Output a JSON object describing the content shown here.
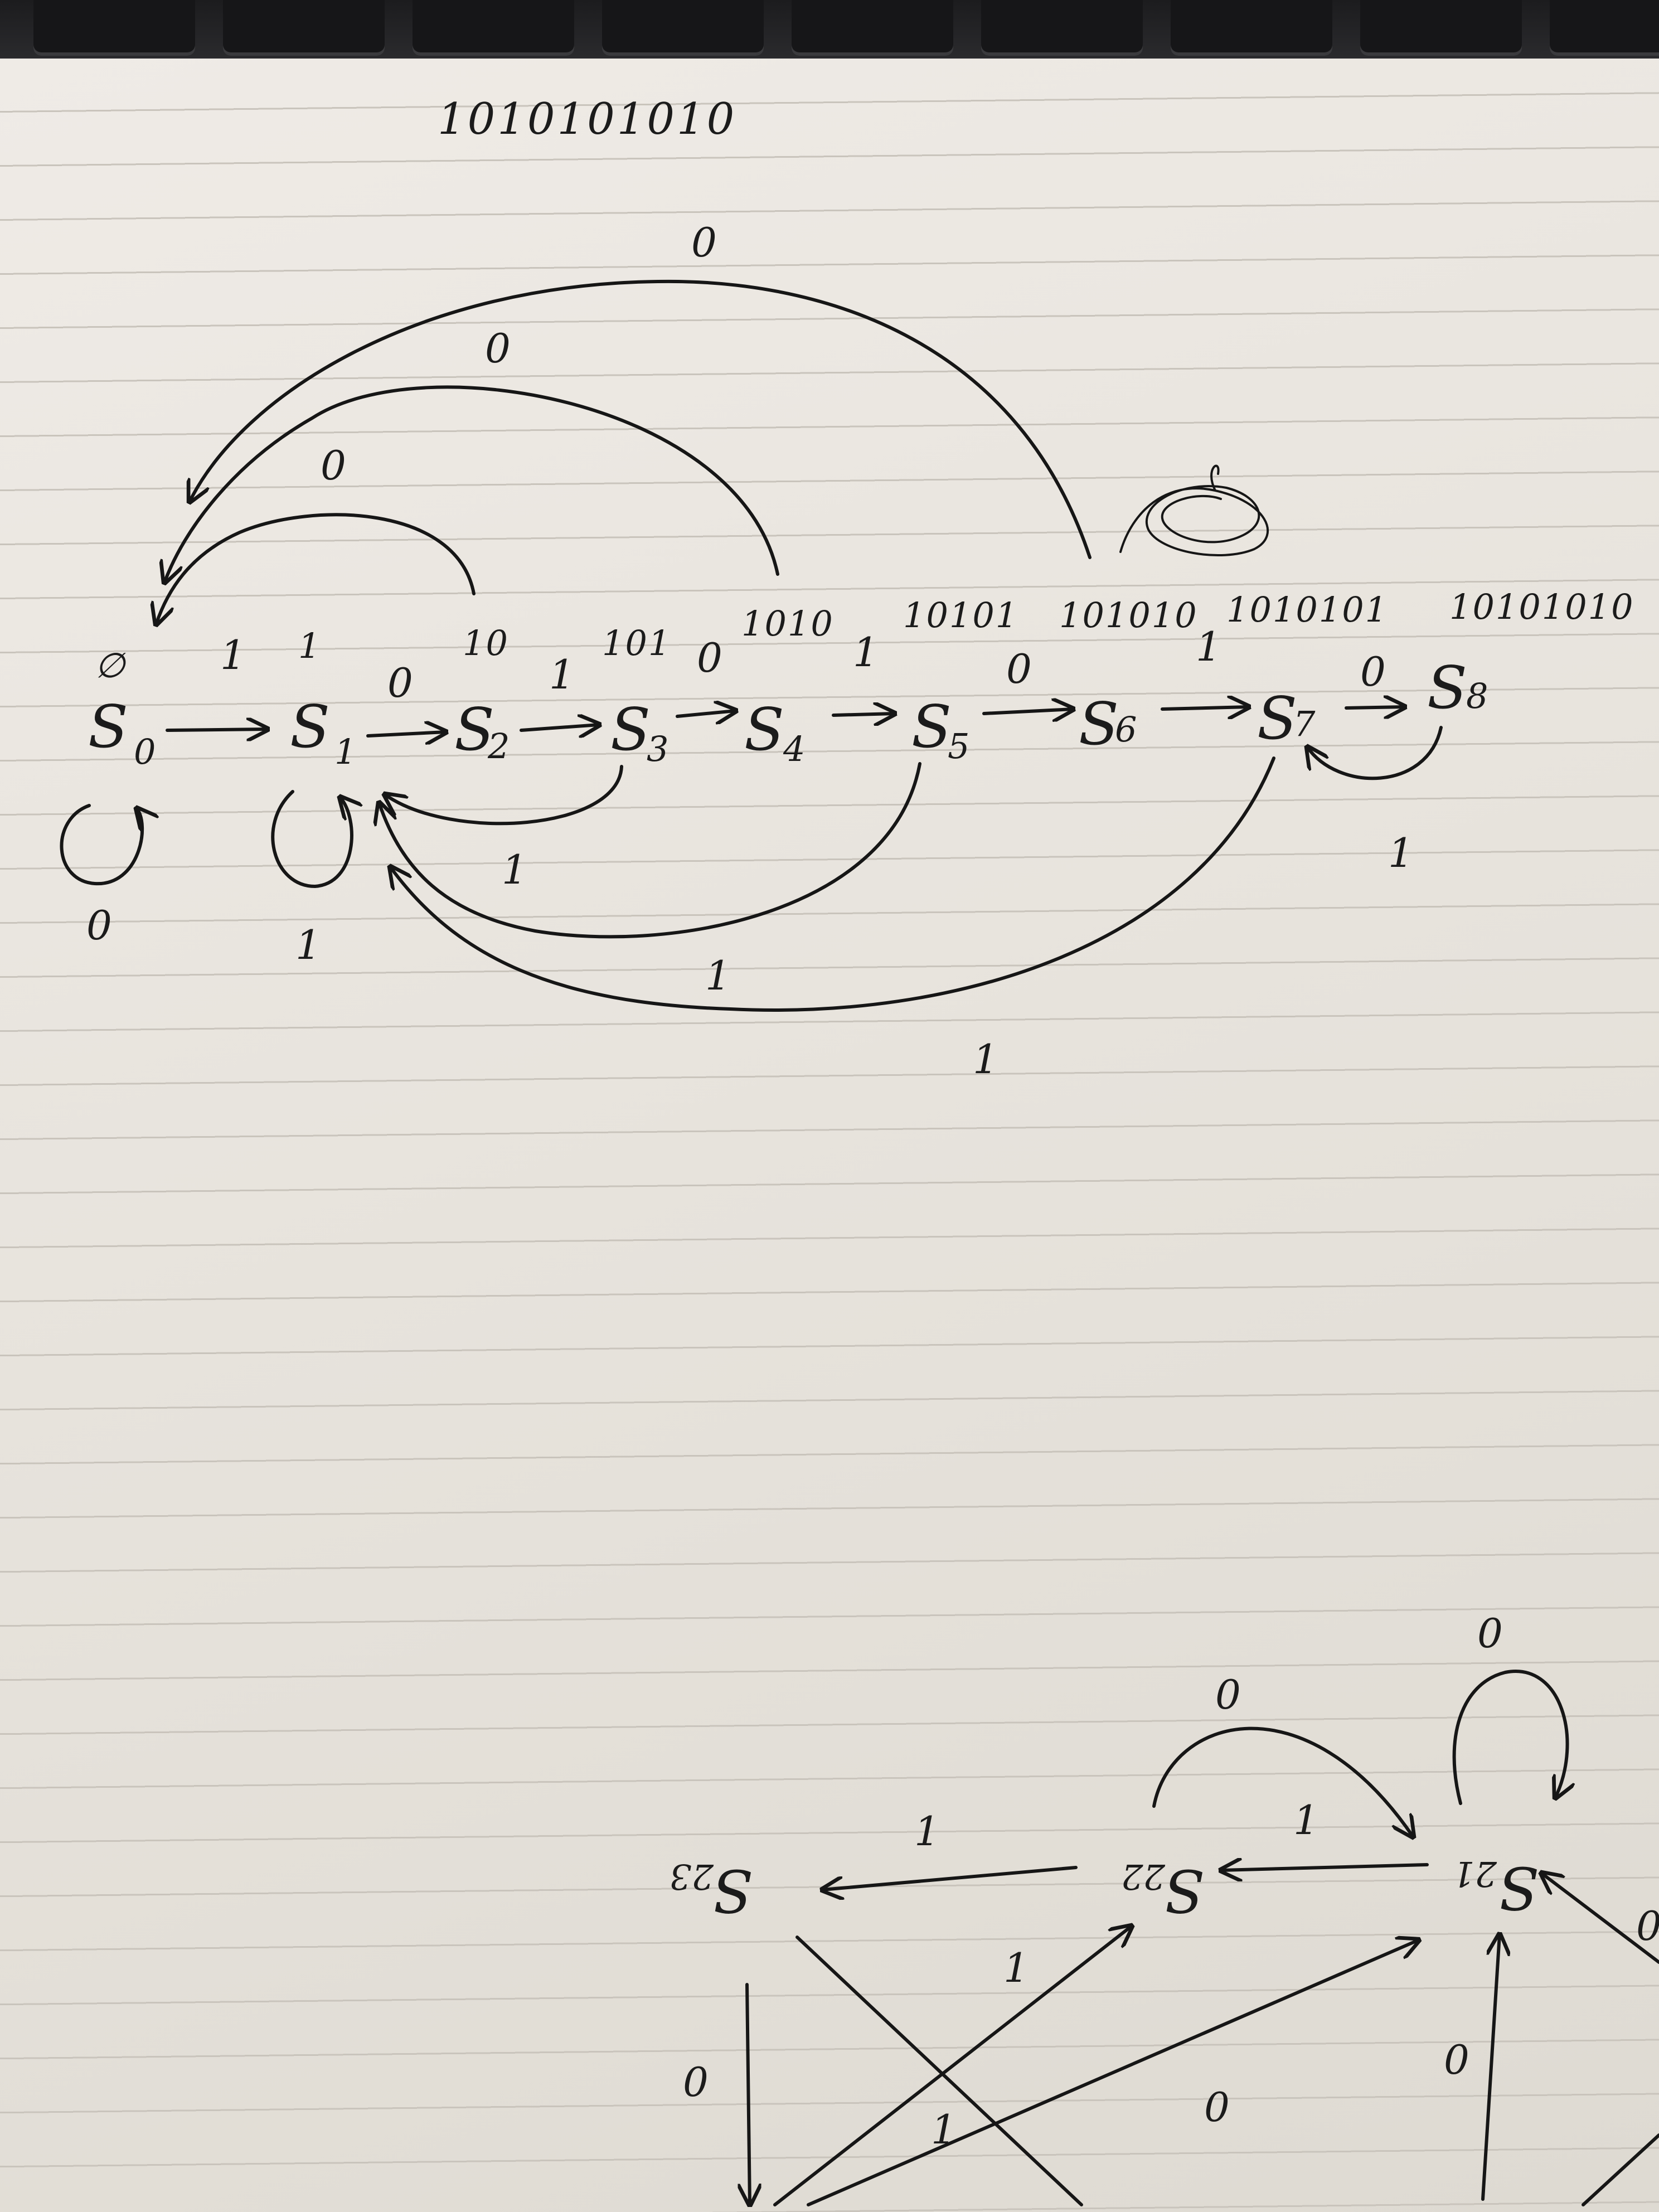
{
  "header": {
    "top_sequence": "1010101010"
  },
  "states": [
    {
      "name": "S",
      "sub": "0",
      "seq": "∅"
    },
    {
      "name": "S",
      "sub": "1",
      "seq": "1"
    },
    {
      "name": "S",
      "sub": "2",
      "seq": "10"
    },
    {
      "name": "S",
      "sub": "3",
      "seq": "101"
    },
    {
      "name": "S",
      "sub": "4",
      "seq": "1010"
    },
    {
      "name": "S",
      "sub": "5",
      "seq": "10101"
    },
    {
      "name": "S",
      "sub": "6",
      "seq": "101010"
    },
    {
      "name": "S",
      "sub": "7",
      "seq": "1010101"
    },
    {
      "name": "S",
      "sub": "8",
      "seq": "10101010"
    }
  ],
  "forward_labels": [
    "1",
    "0",
    "1",
    "0",
    "1",
    "0",
    "1",
    "0"
  ],
  "back_labels": {
    "s0_self": "0",
    "s1_self": "1",
    "s2_to_s0": "0",
    "s4_to_s0": "0",
    "s6_to_s0": "0",
    "s3_to_s1": "1",
    "s5_to_s1": "1",
    "s7_to_s1": "1",
    "s8_to_s7": "1"
  },
  "lower_diagram": {
    "states": [
      {
        "name": "S",
        "sub": "21"
      },
      {
        "name": "S",
        "sub": "22"
      },
      {
        "name": "S",
        "sub": "23"
      }
    ],
    "labels": {
      "s21_self": "0",
      "s22_to_s21": "0",
      "s21_to_s22": "1",
      "s22_to_s23": "1",
      "cross_a": "1",
      "cross_b": "1",
      "cross_c": "0",
      "down_left": "0",
      "up_right": "0",
      "edge_right": "0"
    }
  }
}
